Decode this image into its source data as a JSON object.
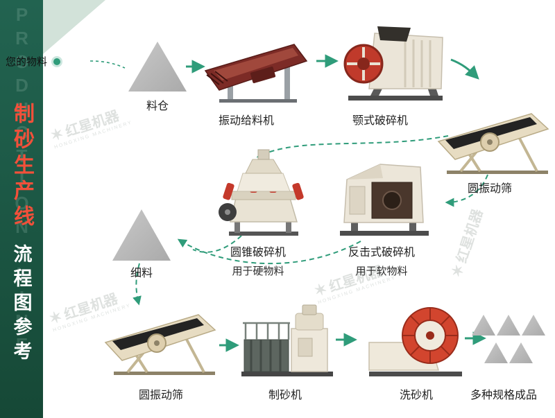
{
  "sidebar": {
    "watermark": "PRODUCTION LINE",
    "title_line1": "制砂生产线",
    "title_line2": "流程图参考"
  },
  "intro": {
    "label": "您的物料"
  },
  "nodes": {
    "silo": {
      "label": "料仓"
    },
    "feeder": {
      "label": "振动给料机"
    },
    "jaw_crusher": {
      "label": "颚式破碎机"
    },
    "screen_right": {
      "label": "圆振动筛"
    },
    "cone_crusher": {
      "label": "圆锥破碎机",
      "note": "用于硬物料"
    },
    "impact_crusher": {
      "label": "反击式破碎机",
      "note": "用于软物料"
    },
    "fine_material": {
      "label": "细料"
    },
    "screen_bottom": {
      "label": "圆振动筛"
    },
    "sand_maker": {
      "label": "制砂机"
    },
    "sand_washer": {
      "label": "洗砂机"
    },
    "products": {
      "label": "多种规格成品"
    }
  },
  "watermark": {
    "text": "红星机器",
    "subtext": "HONGXING MACHINERY"
  },
  "flow": [
    {
      "from": "您的物料",
      "to": "料仓"
    },
    {
      "from": "料仓",
      "to": "振动给料机"
    },
    {
      "from": "振动给料机",
      "to": "颚式破碎机"
    },
    {
      "from": "颚式破碎机",
      "to": "圆振动筛"
    },
    {
      "from": "圆振动筛",
      "to": "圆锥破碎机(硬物料)"
    },
    {
      "from": "圆振动筛",
      "to": "反击式破碎机(软物料)"
    },
    {
      "from": "破碎机",
      "to": "细料"
    },
    {
      "from": "细料",
      "to": "圆振动筛"
    },
    {
      "from": "圆振动筛",
      "to": "制砂机"
    },
    {
      "from": "制砂机",
      "to": "洗砂机"
    },
    {
      "from": "洗砂机",
      "to": "多种规格成品"
    }
  ],
  "colors": {
    "arrow_green": "#2f9c7a",
    "sidebar_green": "#1d5a47",
    "title_red": "#f2503a",
    "title_white": "#ffffff",
    "triangle_gray": "#bcbcbc",
    "machine_red": "#c23b2e",
    "feeder_maroon": "#7c2b26"
  }
}
